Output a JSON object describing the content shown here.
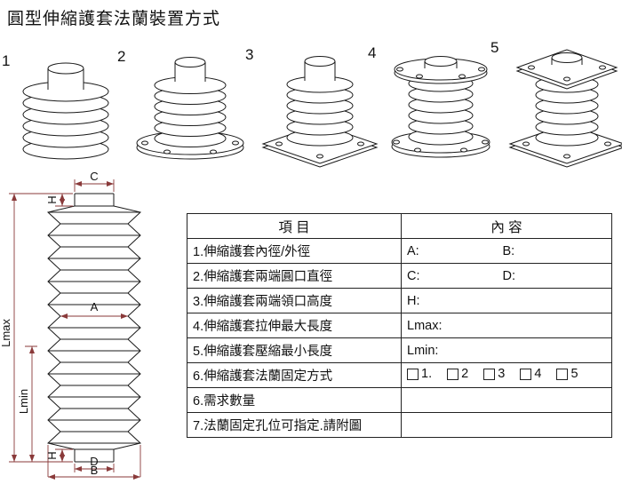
{
  "title": "圓型伸縮護套法蘭裝置方式",
  "variants": [
    {
      "num": "1"
    },
    {
      "num": "2"
    },
    {
      "num": "3"
    },
    {
      "num": "4"
    },
    {
      "num": "5"
    }
  ],
  "dims": {
    "c": "C",
    "h_top": "H",
    "a": "A",
    "lmax": "Lmax",
    "lmin": "Lmin",
    "h_bottom": "H",
    "d": "D",
    "b": "B"
  },
  "table": {
    "header_item": "項 目",
    "header_content": "內 容",
    "rows": [
      {
        "item": "1.伸縮護套內徑/外徑",
        "a": "A:",
        "b": "B:"
      },
      {
        "item": "2.伸縮護套兩端圓口直徑",
        "a": "C:",
        "b": "D:"
      },
      {
        "item": "3.伸縮護套兩端領口高度",
        "a": "H:",
        "b": ""
      },
      {
        "item": "4.伸縮護套拉伸最大長度",
        "a": "Lmax:",
        "b": ""
      },
      {
        "item": "5.伸縮護套壓縮最小長度",
        "a": "Lmin:",
        "b": ""
      },
      {
        "item": "6.伸縮護套法蘭固定方式",
        "options": [
          "1.",
          "2",
          "3",
          "4",
          "5"
        ]
      },
      {
        "item": "6.需求數量",
        "a": "",
        "b": ""
      },
      {
        "item": "7.法蘭固定孔位可指定.請附圖",
        "a": "",
        "b": ""
      }
    ]
  }
}
